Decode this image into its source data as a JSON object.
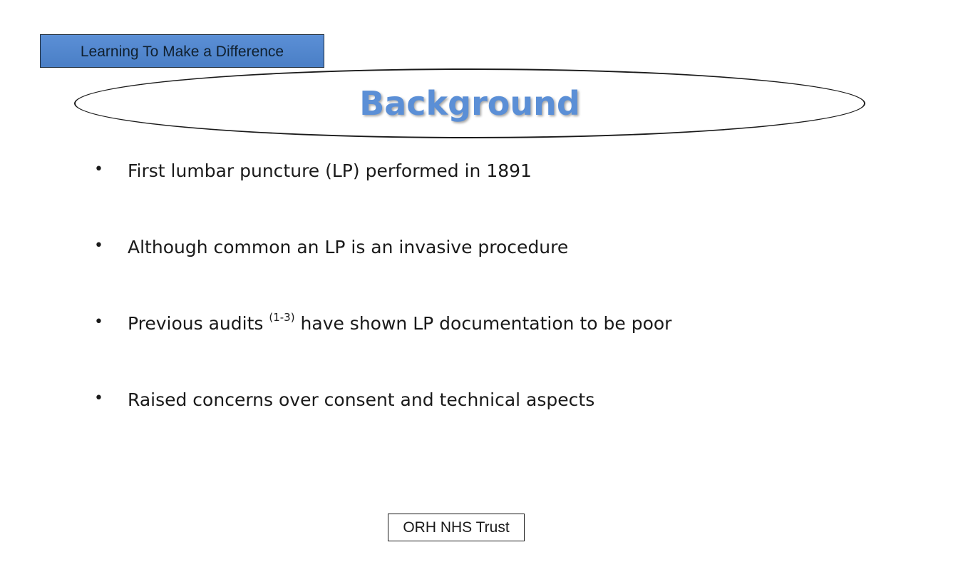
{
  "header_tag": "Learning To Make a Difference",
  "title": "Background",
  "bullets": [
    {
      "text": "First lumbar puncture (LP) performed in 1891"
    },
    {
      "text": "Although common an LP is an invasive procedure"
    },
    {
      "text_before": "Previous audits ",
      "superscript": "(1-3)",
      "text_after": " have shown LP documentation to be poor"
    },
    {
      "text": "Raised concerns over consent and technical aspects"
    }
  ],
  "bullet_glyph": "•",
  "footer": "ORH NHS Trust",
  "colors": {
    "title": "#5b8fd6",
    "tag_fill": "#4a7fc6"
  }
}
